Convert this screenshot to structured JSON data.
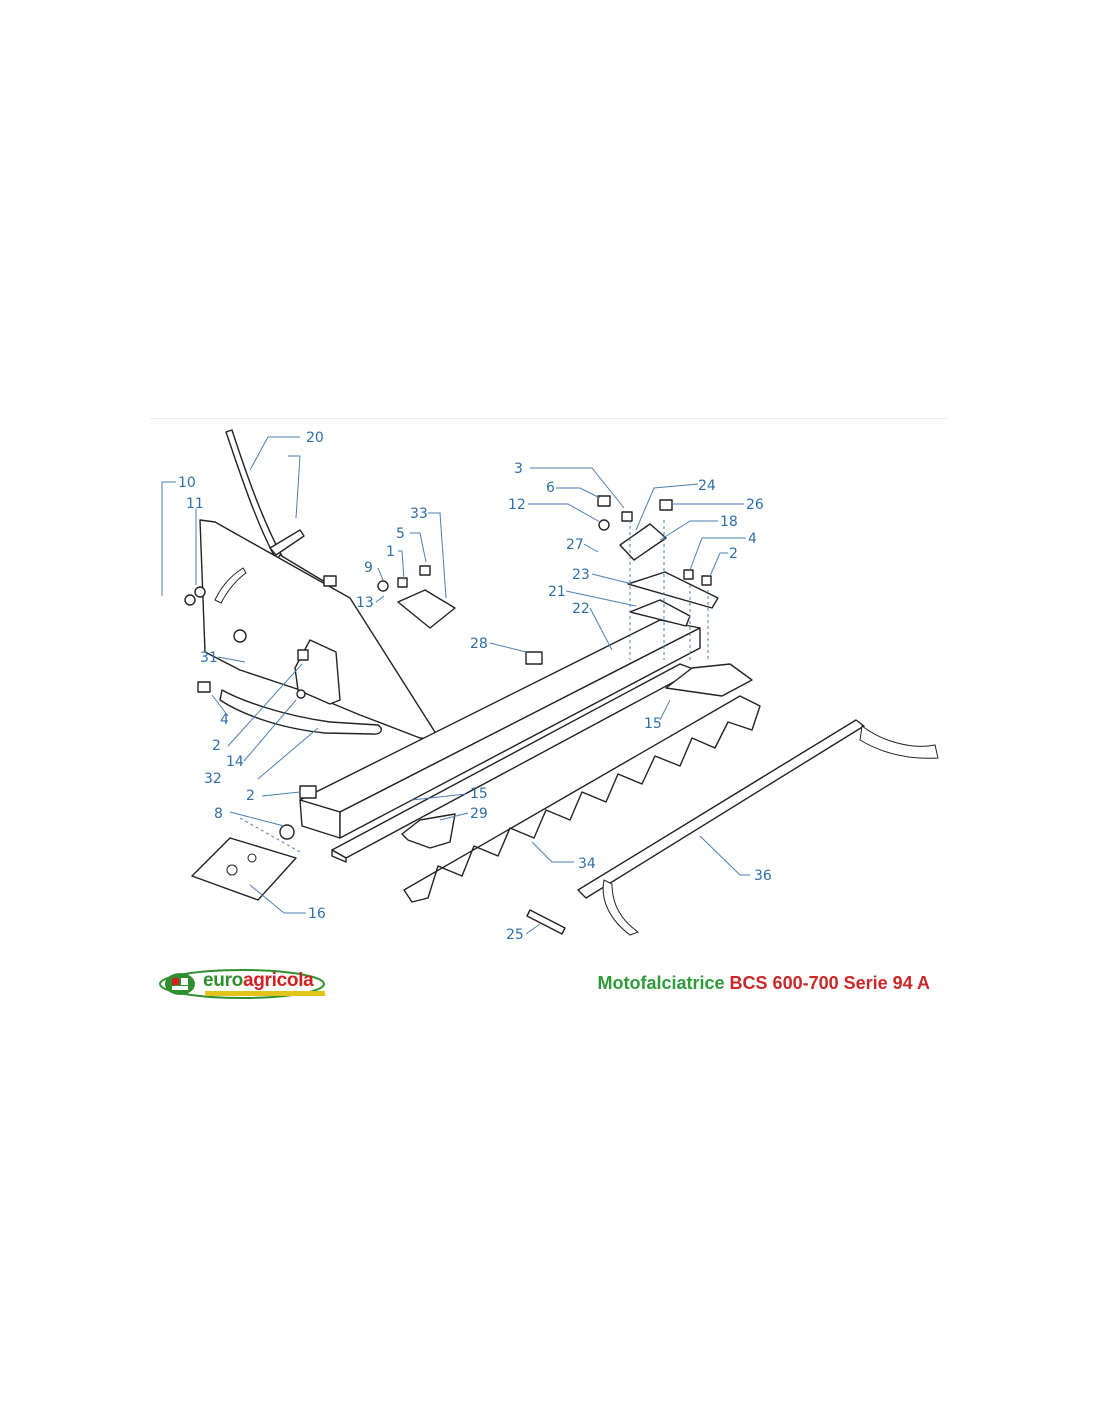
{
  "title": {
    "prefix": "Motofalciatrice",
    "model": "BCS 600-700 Serie 94 A"
  },
  "logo": {
    "euro": "euro",
    "agricola": "agricola"
  },
  "callouts": [
    "20",
    "10",
    "11",
    "33",
    "5",
    "1",
    "9",
    "13",
    "31",
    "4",
    "2",
    "14",
    "32",
    "28",
    "2",
    "8",
    "16",
    "15",
    "29",
    "3",
    "6",
    "24",
    "12",
    "26",
    "18",
    "27",
    "4",
    "2",
    "23",
    "21",
    "22",
    "15",
    "34",
    "25",
    "36"
  ],
  "colors": {
    "callout_blue": "#2e6fa8",
    "brand_green": "#2f8f2f",
    "brand_red": "#d02020",
    "brand_yellow": "#e3c21a"
  }
}
